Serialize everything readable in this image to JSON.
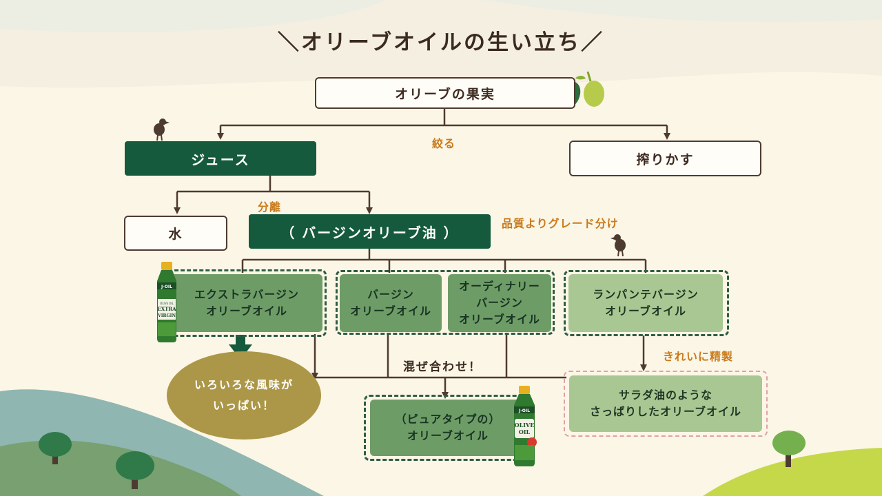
{
  "title": "＼オリーブオイルの生い立ち／",
  "nodes": {
    "fruit": "オリーブの果実",
    "juice": "ジュース",
    "pomace": "搾りかす",
    "water": "水",
    "virgin_oil": "（ バージンオリーブ油 ）",
    "extra_virgin": [
      "エクストラバージン",
      "オリーブオイル"
    ],
    "virgin": [
      "バージン",
      "オリーブオイル"
    ],
    "ordinary_virgin": [
      "オーディナリー",
      "バージン",
      "オリーブオイル"
    ],
    "lampante": [
      "ランパンテバージン",
      "オリーブオイル"
    ],
    "rich_flavor": [
      "いろいろな風味が",
      "いっぱい！"
    ],
    "pure": [
      "（ピュアタイプの）",
      "オリーブオイル"
    ],
    "salad_like": [
      "サラダ油のような",
      "さっぱりしたオリーブオイル"
    ]
  },
  "labels": {
    "squeeze": "絞る",
    "separate": "分離",
    "grade": "品質よりグレード分け",
    "mix": "混ぜ合わせ！",
    "refine": "きれいに精製"
  },
  "bottles": {
    "extra_virgin": {
      "brand": "J-OIL",
      "lines": [
        "OLIVE OIL",
        "EXTRA",
        "VIRGIN"
      ]
    },
    "pure": {
      "brand": "J-OIL",
      "lines": [
        "OLIVE",
        "OIL"
      ]
    }
  },
  "colors": {
    "dark_green": "#155a3c",
    "mid_green": "#6e9c67",
    "light_green": "#a9c792",
    "orange_label": "#c97a1c",
    "outline_brown": "#4e3b30",
    "bubble_olive": "#ac9748",
    "background": "#fbf6e6"
  },
  "icons": [
    "olive-fruit-icon",
    "bird-icon",
    "tree-icon",
    "down-arrow-icon"
  ]
}
